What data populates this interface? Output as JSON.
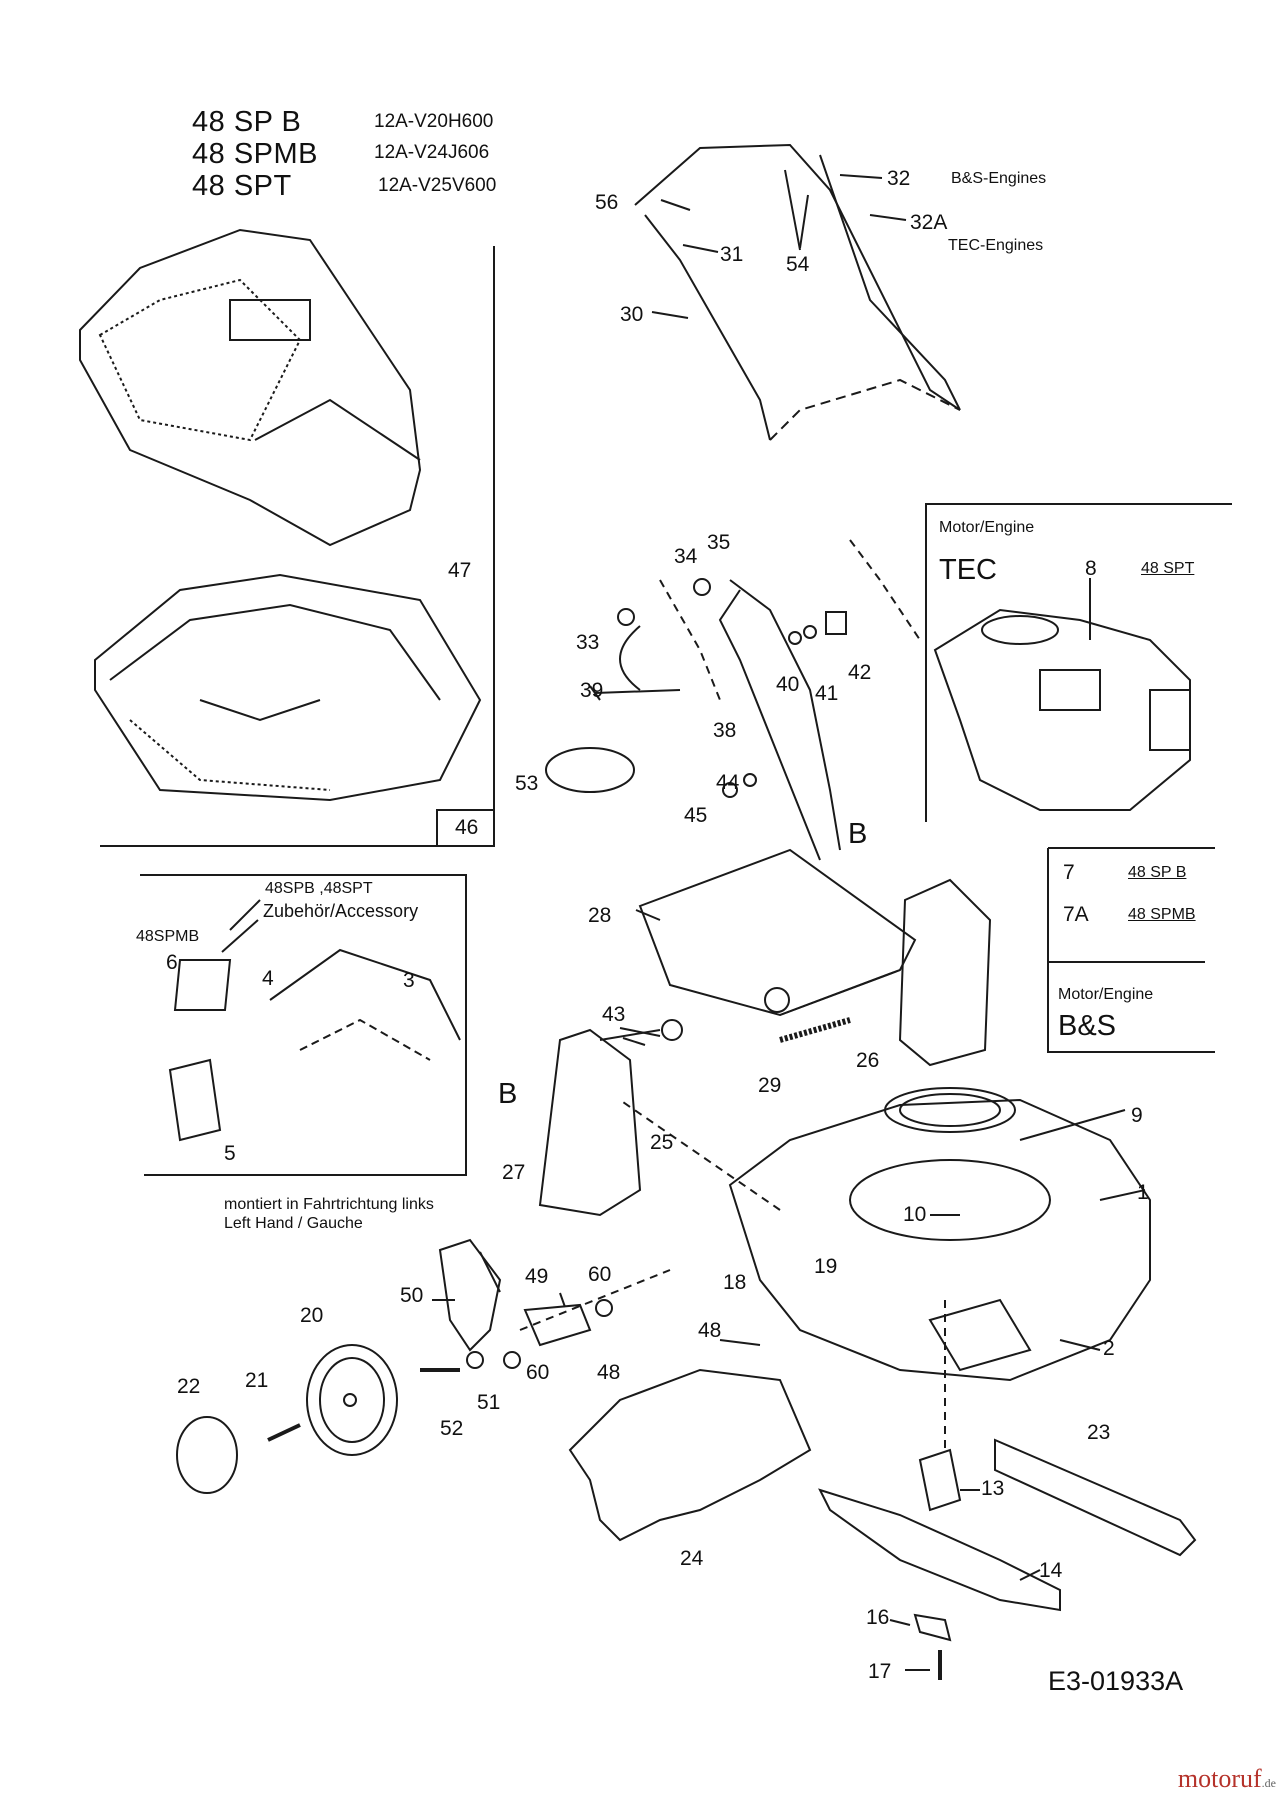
{
  "header": {
    "models": [
      {
        "name": "48 SP B",
        "code": "12A-V20H600"
      },
      {
        "name": "48 SPMB",
        "code": "12A-V24J606"
      },
      {
        "name": "48 SPT",
        "code": "12A-V25V600"
      }
    ]
  },
  "engine_labels": {
    "bs_engines": "B&S-Engines",
    "tec_engines": "TEC-Engines"
  },
  "engine_box": {
    "header": "Motor/Engine",
    "name": "TEC",
    "part": "8",
    "model": "48 SPT"
  },
  "bs_box": {
    "rows": [
      {
        "part": "7",
        "model": "48 SP B"
      },
      {
        "part": "7A",
        "model": "48 SPMB"
      }
    ],
    "header": "Motor/Engine",
    "name": "B&S"
  },
  "accessory": {
    "models": "48SPB ,48SPT",
    "label": "Zubehör/Accessory",
    "spmb": "48SPMB"
  },
  "mount_note": {
    "line1": "montiert in Fahrtrichtung links",
    "line2": "Left Hand / Gauche"
  },
  "section_b": "B",
  "callouts": {
    "c1": "1",
    "c2": "2",
    "c3": "3",
    "c4": "4",
    "c5": "5",
    "c6": "6",
    "c9": "9",
    "c10": "10",
    "c13": "13",
    "c14": "14",
    "c16": "16",
    "c17": "17",
    "c18": "18",
    "c19": "19",
    "c20": "20",
    "c21": "21",
    "c22": "22",
    "c23": "23",
    "c24": "24",
    "c25": "25",
    "c26": "26",
    "c27": "27",
    "c28": "28",
    "c29": "29",
    "c30": "30",
    "c31": "31",
    "c32": "32",
    "c32a": "32A",
    "c33": "33",
    "c34": "34",
    "c35": "35",
    "c38": "38",
    "c39": "39",
    "c40": "40",
    "c41": "41",
    "c42": "42",
    "c43": "43",
    "c44": "44",
    "c45": "45",
    "c46": "46",
    "c47": "47",
    "c48a": "48",
    "c48b": "48",
    "c49": "49",
    "c50": "50",
    "c51": "51",
    "c52": "52",
    "c53": "53",
    "c54": "54",
    "c56": "56",
    "c60a": "60",
    "c60b": "60"
  },
  "drawing_number": "E3-01933A",
  "watermark": {
    "main": "motoruf",
    "tld": ".de"
  }
}
